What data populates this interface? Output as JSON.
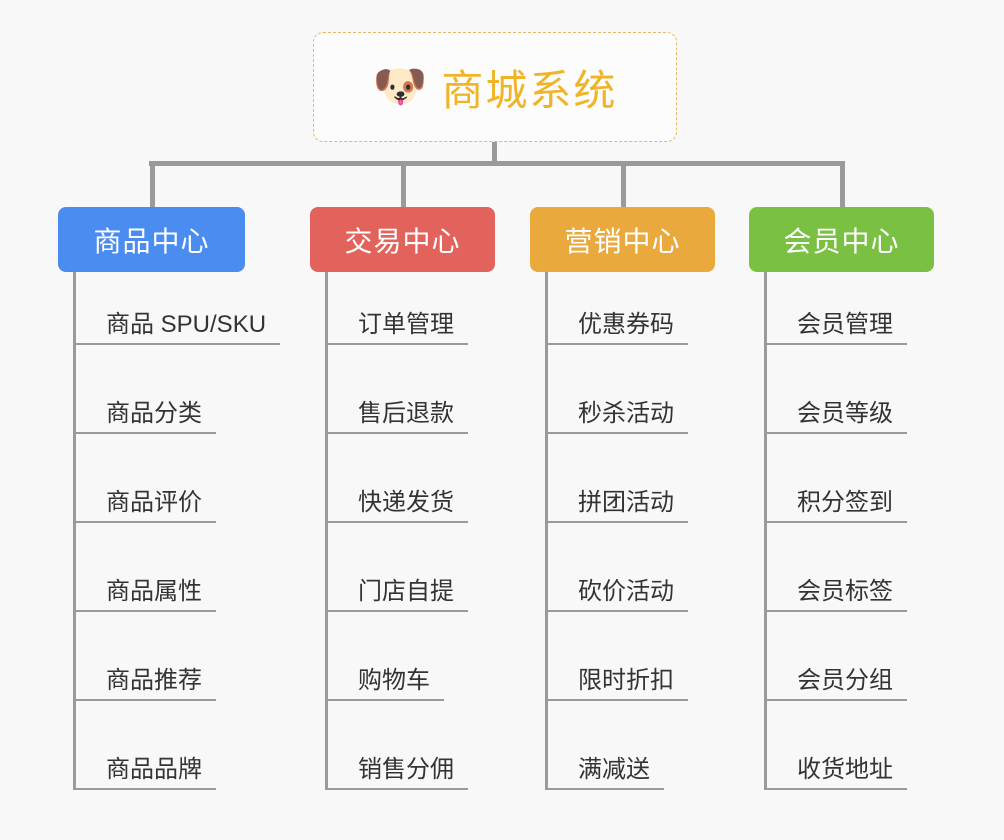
{
  "canvas": {
    "background": "#f8f8f8",
    "line_color": "#9a9a9a"
  },
  "root": {
    "icon": "shiba-dog-face-icon",
    "emoji": "🐶",
    "title": "商城系统",
    "border_color": "#e8b762",
    "title_color": "#f0b429"
  },
  "branches": [
    {
      "id": "product-center",
      "label": "商品中心",
      "color": "#4a8cf0",
      "items": [
        "商品 SPU/SKU",
        "商品分类",
        "商品评价",
        "商品属性",
        "商品推荐",
        "商品品牌"
      ]
    },
    {
      "id": "trade-center",
      "label": "交易中心",
      "color": "#e2625c",
      "items": [
        "订单管理",
        "售后退款",
        "快递发货",
        "门店自提",
        "购物车",
        "销售分佣"
      ]
    },
    {
      "id": "marketing-center",
      "label": "营销中心",
      "color": "#eaa93d",
      "items": [
        "优惠券码",
        "秒杀活动",
        "拼团活动",
        "砍价活动",
        "限时折扣",
        "满减送"
      ]
    },
    {
      "id": "member-center",
      "label": "会员中心",
      "color": "#7ac143",
      "items": [
        "会员管理",
        "会员等级",
        "积分签到",
        "会员标签",
        "会员分组",
        "收货地址"
      ]
    }
  ]
}
